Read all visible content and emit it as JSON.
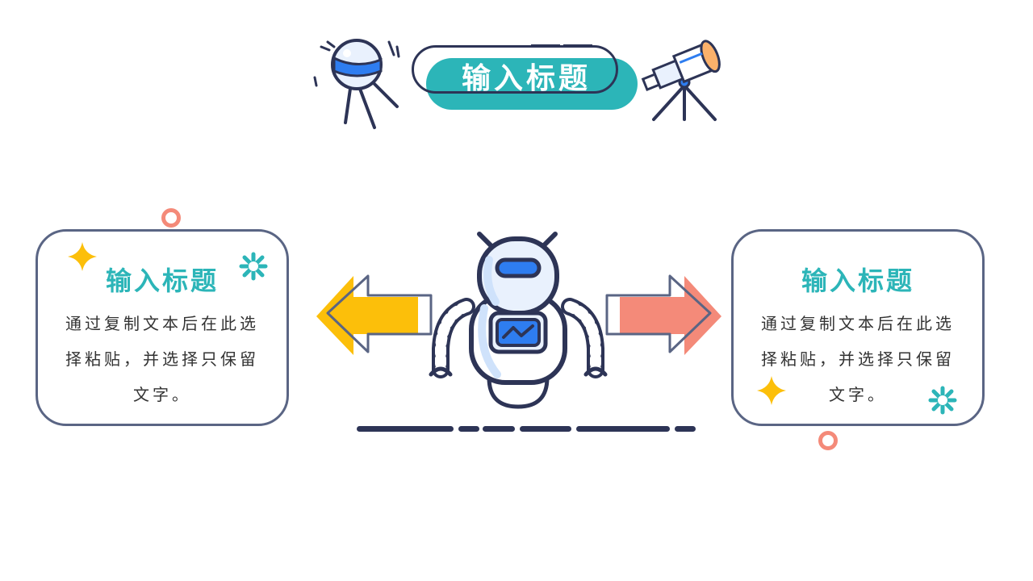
{
  "header": {
    "title": "输入标题"
  },
  "cards": [
    {
      "title": "输入标题",
      "body": "通过复制文本后在此选择粘贴，并选择只保留文字。"
    },
    {
      "title": "输入标题",
      "body": "通过复制文本后在此选择粘贴，并选择只保留文字。"
    }
  ],
  "colors": {
    "teal": "#2cb5b8",
    "navy": "#2d3456",
    "card_border": "#5a6584",
    "yellow": "#fcbf0a",
    "salmon": "#f48a79",
    "robot_blue": "#2e7df0"
  },
  "icons": [
    "satellite-icon",
    "telescope-icon",
    "robot-icon",
    "sparkle-icon",
    "gear-icon",
    "arrow-left-icon",
    "arrow-right-icon"
  ]
}
